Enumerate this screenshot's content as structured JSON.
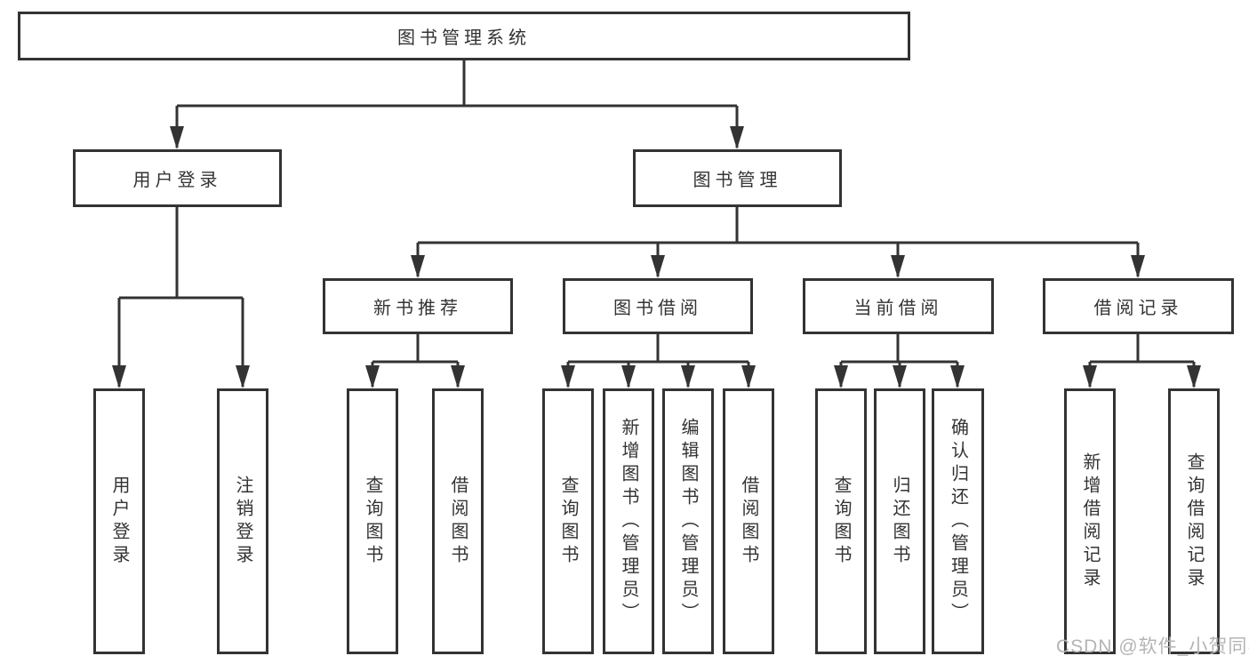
{
  "tree": {
    "root": {
      "label": "图书管理系统"
    },
    "level2": [
      {
        "label": "用户登录",
        "children": [
          {
            "label": "用户登录"
          },
          {
            "label": "注销登录"
          }
        ]
      },
      {
        "label": "图书管理",
        "modules": [
          {
            "label": "新书推荐",
            "children": [
              {
                "label": "查询图书"
              },
              {
                "label": "借阅图书"
              }
            ]
          },
          {
            "label": "图书借阅",
            "children": [
              {
                "label": "查询图书"
              },
              {
                "label": "新增图书（管理员）"
              },
              {
                "label": "编辑图书（管理员）"
              },
              {
                "label": "借阅图书"
              }
            ]
          },
          {
            "label": "当前借阅",
            "children": [
              {
                "label": "查询图书"
              },
              {
                "label": "归还图书"
              },
              {
                "label": "确认归还（管理员）"
              }
            ]
          },
          {
            "label": "借阅记录",
            "children": [
              {
                "label": "新增借阅记录"
              },
              {
                "label": "查询借阅记录"
              }
            ]
          }
        ]
      }
    ]
  },
  "watermark": {
    "text": "CSDN @软件_小贺同学"
  },
  "colors": {
    "line": "#333333",
    "text": "#333333",
    "box_background": "#ffffff",
    "page_background": "#ffffff",
    "watermark": "#b4b4b4"
  }
}
